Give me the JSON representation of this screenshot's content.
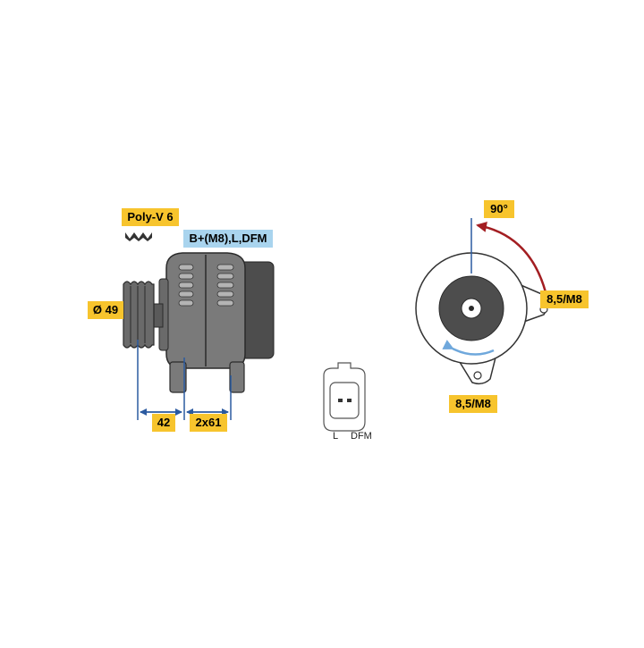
{
  "labels": {
    "pulley": "Poly-V 6",
    "terminals": "B+(M8),L,DFM",
    "diameter": "Ø 49",
    "dim_a": "42",
    "dim_b": "2x61",
    "angle": "90°",
    "mount_right": "8,5/M8",
    "mount_bottom": "8,5/M8",
    "pin_l": "L",
    "pin_dfm": "DFM"
  },
  "colors": {
    "label_yellow": "#f7c42d",
    "label_blue": "#a9d4ee",
    "dimension_line": "#2b5aa0",
    "arc_red": "#a31e22",
    "rotation_arrow": "#6fa8dc",
    "body_gray": "#7a7a7a",
    "dark_gray": "#4d4d4d"
  }
}
